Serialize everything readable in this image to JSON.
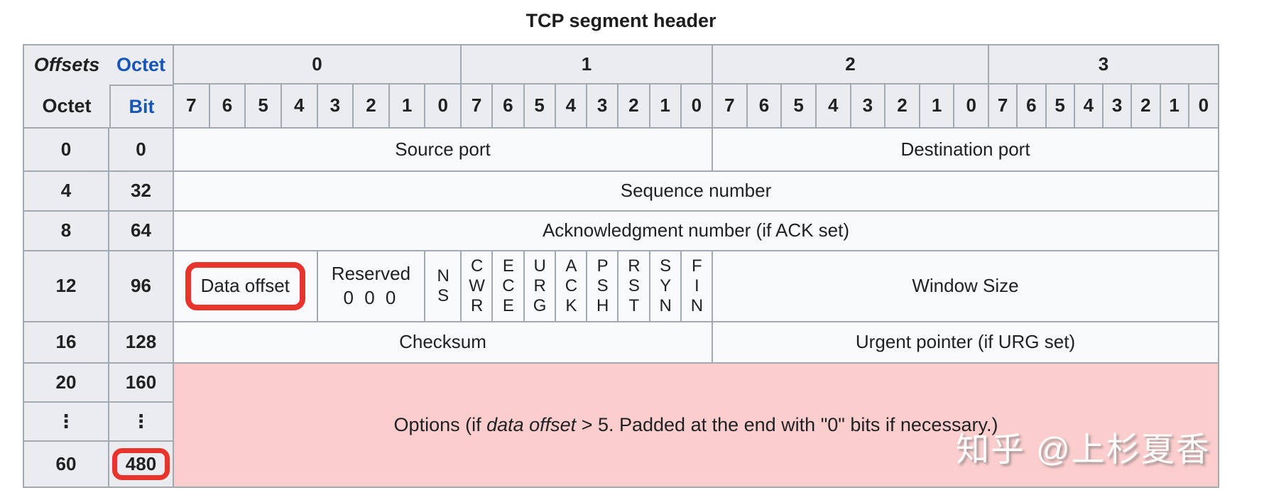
{
  "title": "TCP segment header",
  "colors": {
    "header_bg": "#eaecf0",
    "cell_bg": "#f8f9fa",
    "border": "#a2a9b1",
    "link_blue": "#1656b8",
    "options_pink": "#fccdcd",
    "annotation_red": "#e7342c"
  },
  "header": {
    "offsets_label": "Offsets",
    "octet_link": "Octet",
    "octet_label": "Octet",
    "bit_link": "Bit",
    "octet_groups": [
      "0",
      "1",
      "2",
      "3"
    ],
    "bits": [
      "7",
      "6",
      "5",
      "4",
      "3",
      "2",
      "1",
      "0",
      "7",
      "6",
      "5",
      "4",
      "3",
      "2",
      "1",
      "0",
      "7",
      "6",
      "5",
      "4",
      "3",
      "2",
      "1",
      "0",
      "7",
      "6",
      "5",
      "4",
      "3",
      "2",
      "1",
      "0"
    ]
  },
  "left": {
    "octets": [
      "0",
      "4",
      "8",
      "12",
      "16",
      "20",
      "⋮",
      "60"
    ],
    "bits": [
      "0",
      "32",
      "64",
      "96",
      "128",
      "160",
      "⋮",
      "480"
    ]
  },
  "fields": {
    "source_port": "Source port",
    "destination_port": "Destination port",
    "sequence_number": "Sequence number",
    "acknowledgment_number": "Acknowledgment number (if ACK set)",
    "data_offset": "Data offset",
    "reserved_label": "Reserved",
    "reserved_value": "0 0 0",
    "flags": [
      "NS",
      "CWR",
      "ECE",
      "URG",
      "ACK",
      "PSH",
      "RST",
      "SYN",
      "FIN"
    ],
    "window_size": "Window Size",
    "checksum": "Checksum",
    "urgent_pointer": "Urgent pointer (if URG set)",
    "options_prefix": "Options (if ",
    "options_italic": "data offset",
    "options_suffix": " > 5. Padded at the end with \"0\" bits if necessary.)"
  },
  "watermark": {
    "text": "知乎 @上杉夏香"
  }
}
